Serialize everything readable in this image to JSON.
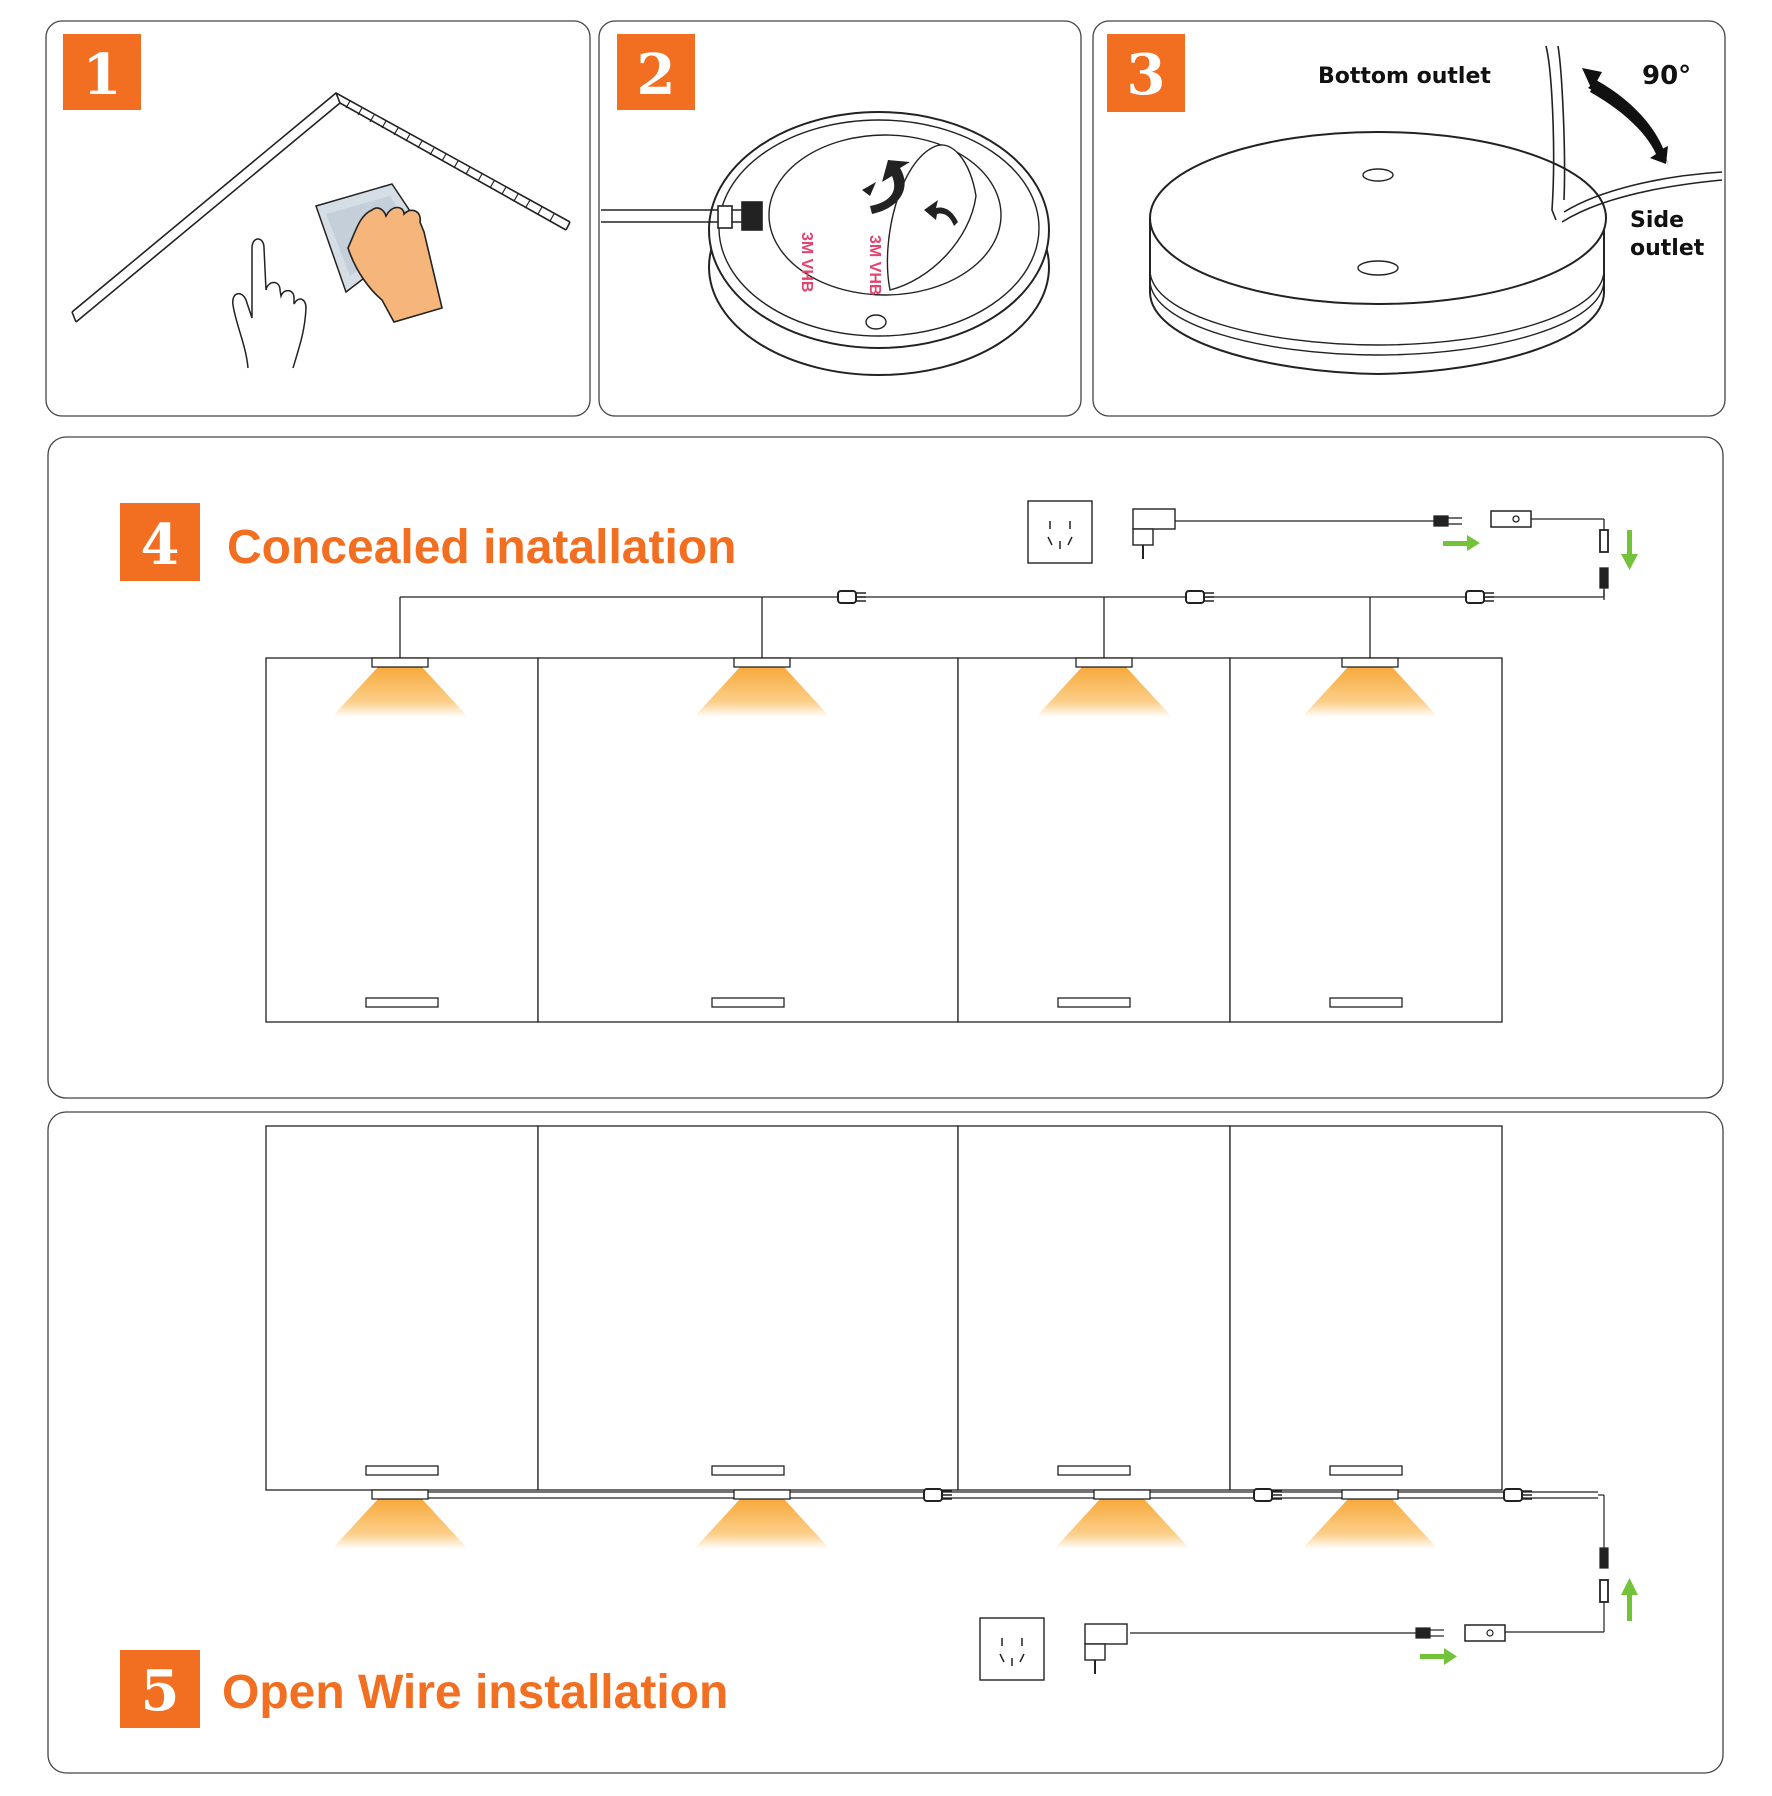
{
  "colors": {
    "accent": "#f26f21",
    "light_warm": "#fbb54b",
    "arrow_green": "#72c33a",
    "tape_pink": "#e2446f",
    "hand": "#f6b57b",
    "cloth": "#d5dde5"
  },
  "steps": [
    {
      "number": "1",
      "icon": "wipe-surface"
    },
    {
      "number": "2",
      "icon": "peel-adhesive"
    },
    {
      "number": "3",
      "icon": "cable-outlet"
    },
    {
      "number": "4",
      "title": "Concealed inatallation"
    },
    {
      "number": "5",
      "title": "Open Wire installation"
    }
  ],
  "panel2": {
    "tape_text": "3M VHB"
  },
  "panel3": {
    "bottom_outlet": "Bottom outlet",
    "angle": "90°",
    "side_outlet_1": "Side",
    "side_outlet_2": "outlet"
  },
  "layout": {
    "cabinets": 4,
    "lights_per_row": 4
  }
}
